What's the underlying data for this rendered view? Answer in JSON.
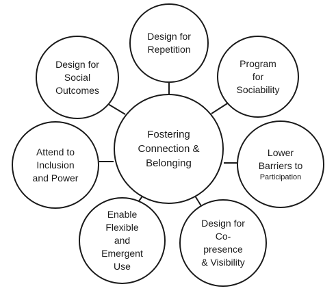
{
  "diagram": {
    "center": "Fostering\nConnection &\nBelonging",
    "nodes": {
      "repetition": "Design for\nRepetition",
      "sociability": "Program\nfor\nSociability",
      "lower_barriers": "Lower\nBarriers to",
      "lower_barriers_small": "Participation",
      "copresence": "Design for\nCo-\npresence\n& Visibility",
      "flexible": "Enable\nFlexible\nand\nEmergent\nUse",
      "inclusion": "Attend to\nInclusion\nand Power",
      "social_outcomes": "Design for\nSocial\nOutcomes"
    },
    "colors": {
      "stroke": "#1a1a1a",
      "fill": "#ffffff",
      "background": "#ffffff"
    }
  }
}
